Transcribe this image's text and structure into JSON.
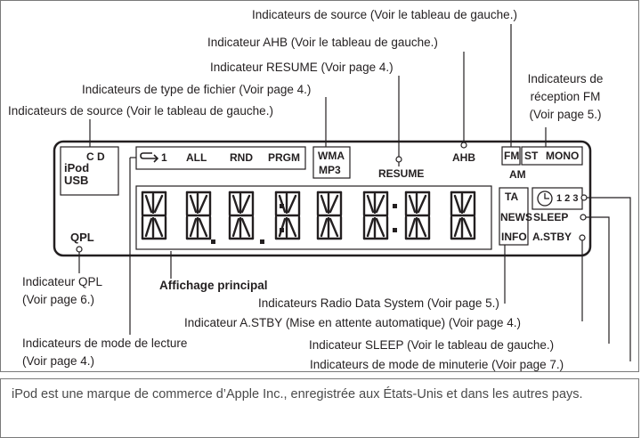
{
  "labels": {
    "source_top": "Indicateurs de source (Voir le tableau de gauche.)",
    "ahb": "Indicateur AHB (Voir le tableau de gauche.)",
    "resume": "Indicateur RESUME (Voir page 4.)",
    "file_type": "Indicateurs de type de fichier (Voir page 4.)",
    "source_left": "Indicateurs de source (Voir le tableau de gauche.)",
    "fm_reception": "Indicateurs de réception FM (Voir page 5.)",
    "qpl": "Indicateur QPL (Voir page 6.)",
    "main_display": "Affichage principal",
    "rds": "Indicateurs Radio Data System (Voir page 5.)",
    "astby": "Indicateur A.STBY (Mise en attente automatique) (Voir page 4.)",
    "play_mode": "Indicateurs de mode de lecture (Voir page 4.)",
    "sleep": "Indicateur SLEEP (Voir le tableau de gauche.)",
    "timer_mode": "Indicateurs de mode de minuterie (Voir page 7.)"
  },
  "display": {
    "cd": "C D",
    "ipod": "iPod",
    "usb": "USB",
    "qpl": "QPL",
    "repeat_one": "1",
    "all": "ALL",
    "rnd": "RND",
    "prgm": "PRGM",
    "wma": "WMA",
    "mp3": "MP3",
    "resume": "RESUME",
    "ahb": "AHB",
    "fm": "FM",
    "am": "AM",
    "st": "ST",
    "mono": "MONO",
    "ta": "TA",
    "timer_digits": "1 2 3",
    "news": "NEWS",
    "sleep": "SLEEP",
    "info": "INFO",
    "astby": "A.STBY"
  },
  "footer": {
    "text": "iPod est une marque de commerce d’Apple Inc., enregistrée aux États-Unis et dans les autres pays."
  }
}
